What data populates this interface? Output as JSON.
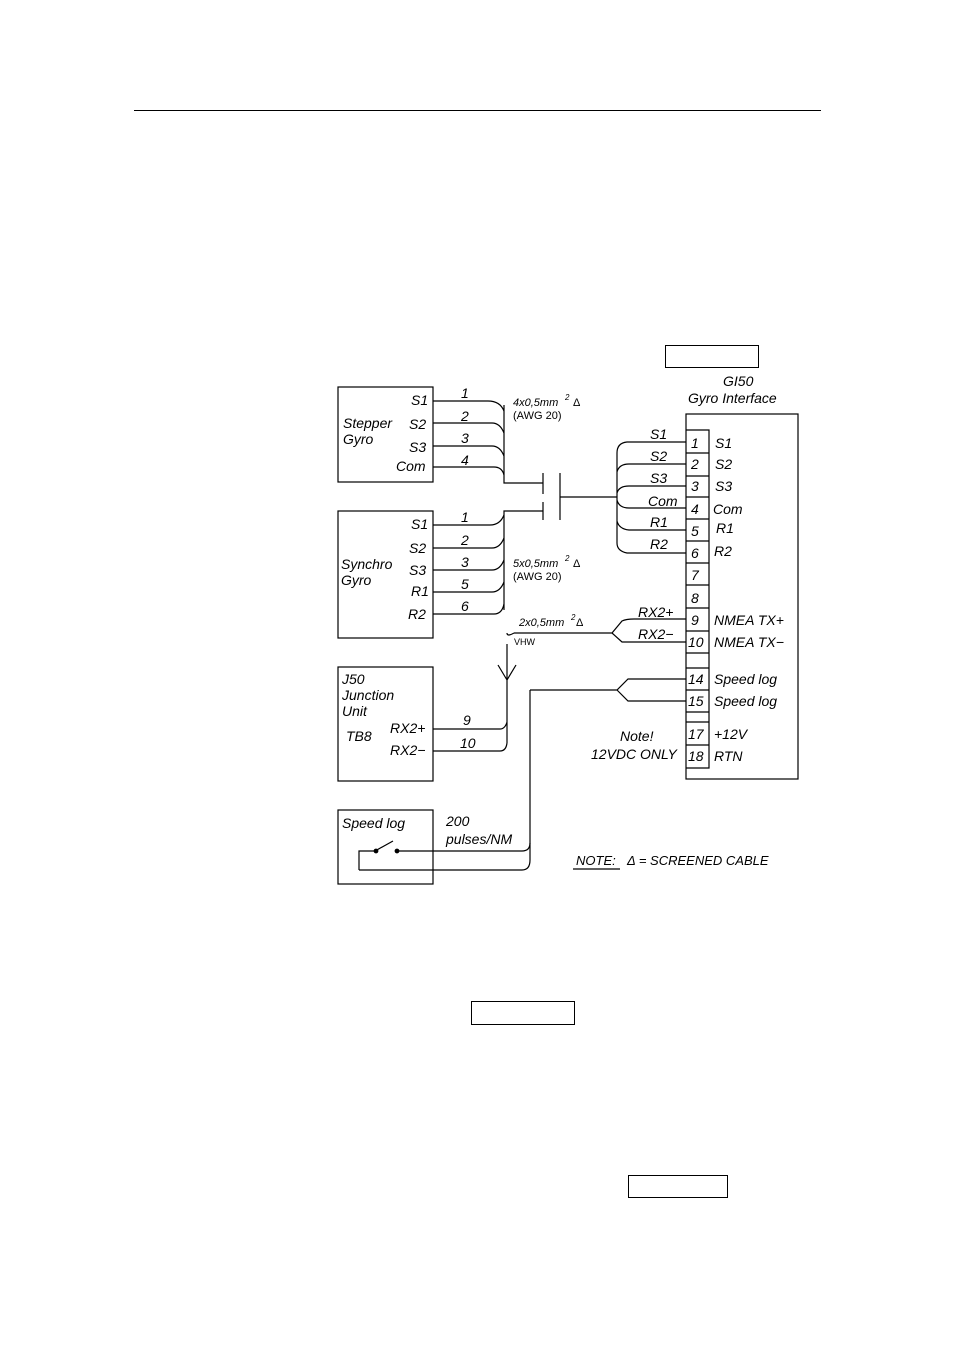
{
  "gi50": {
    "name": "GI50",
    "subtitle": "Gyro Interface",
    "terminals": [
      {
        "num": "1",
        "label": "S1"
      },
      {
        "num": "2",
        "label": "S2"
      },
      {
        "num": "3",
        "label": "S3"
      },
      {
        "num": "4",
        "label": "Com"
      },
      {
        "num": "5",
        "label": "R1"
      },
      {
        "num": "6",
        "label": "R2"
      },
      {
        "num": "7",
        "label": ""
      },
      {
        "num": "8",
        "label": ""
      },
      {
        "num": "9",
        "label": "NMEA  TX+"
      },
      {
        "num": "10",
        "label": "NMEA  TX−"
      },
      {
        "num": "14",
        "label": "Speed  log"
      },
      {
        "num": "15",
        "label": "Speed  log"
      },
      {
        "num": "17",
        "label": "+12V"
      },
      {
        "num": "18",
        "label": "RTN"
      }
    ],
    "wire_labels": [
      "S1",
      "S2",
      "S3",
      "Com",
      "R1",
      "R2",
      "RX2+",
      "RX2−"
    ],
    "note": [
      "Note!",
      "12VDC  ONLY"
    ]
  },
  "stepper": {
    "name": [
      "Stepper",
      "Gyro"
    ],
    "pins": [
      {
        "label": "S1",
        "num": "1"
      },
      {
        "label": "S2",
        "num": "2"
      },
      {
        "label": "S3",
        "num": "3"
      },
      {
        "label": "Com",
        "num": "4"
      }
    ]
  },
  "synchro": {
    "name": [
      "Synchro",
      "Gyro"
    ],
    "pins": [
      {
        "label": "S1",
        "num": "1"
      },
      {
        "label": "S2",
        "num": "2"
      },
      {
        "label": "S3",
        "num": "3"
      },
      {
        "label": "R1",
        "num": "5"
      },
      {
        "label": "R2",
        "num": "6"
      }
    ]
  },
  "junction": {
    "name": [
      "J50",
      "Junction",
      "Unit"
    ],
    "tb": "TB8",
    "pins": [
      {
        "label": "RX2+",
        "num": "9"
      },
      {
        "label": "RX2−",
        "num": "10"
      }
    ]
  },
  "speedlog": {
    "name": "Speed  log",
    "pulses": [
      "200",
      "pulses/NM"
    ]
  },
  "cables": {
    "c1": {
      "spec": "4x0,5mm",
      "awg": "(AWG 20)"
    },
    "c2": {
      "spec": "5x0,5mm",
      "awg": "(AWG 20)"
    },
    "c3": {
      "spec": "2x0,5mm",
      "tag": "VHW"
    },
    "sup": "2",
    "triangle": "Δ"
  },
  "legend": {
    "note": "NOTE:",
    "text": "Δ  =  SCREENED  CABLE"
  }
}
